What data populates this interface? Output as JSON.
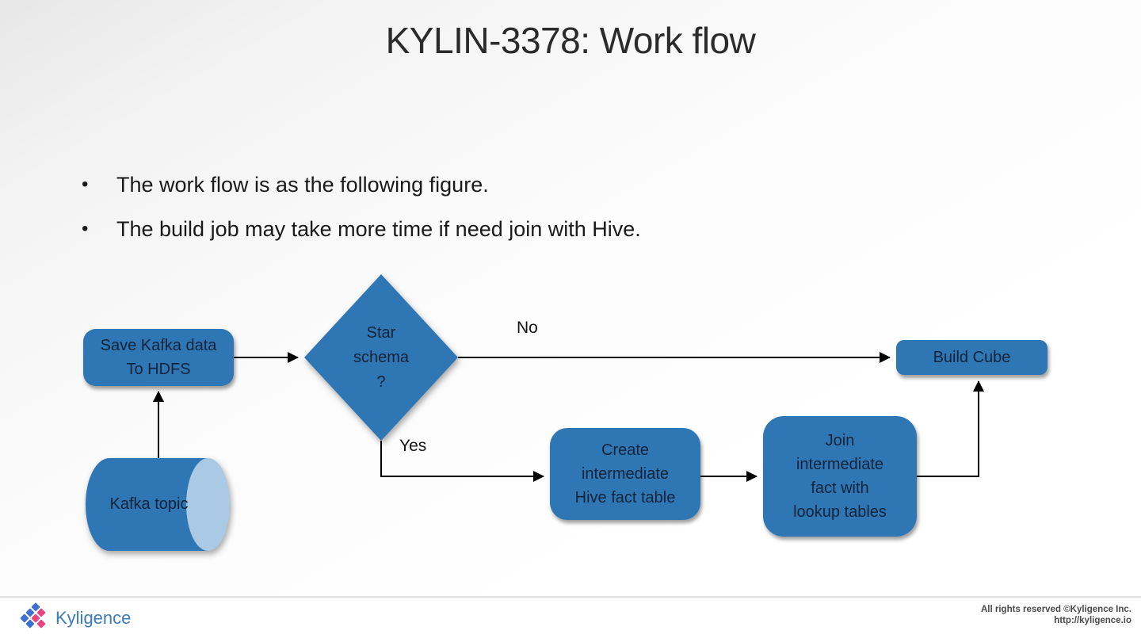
{
  "slide": {
    "title": "KYLIN-3378: Work flow",
    "bullets": [
      {
        "marker": "•",
        "text": "The work flow is as the following figure."
      },
      {
        "marker": "•",
        "text": "The build job may take more time if need join with Hive."
      }
    ]
  },
  "flowchart": {
    "nodes": {
      "save_hdfs": {
        "line1": "Save Kafka data",
        "line2": "To HDFS"
      },
      "star_schema": {
        "line1": "Star",
        "line2": "schema",
        "line3": "?"
      },
      "kafka_topic": {
        "label": "Kafka topic"
      },
      "create_hive": {
        "line1": "Create",
        "line2": "intermediate",
        "line3": "Hive fact table"
      },
      "join_lookup": {
        "line1": "Join",
        "line2": "intermediate",
        "line3": "fact with",
        "line4": "lookup tables"
      },
      "build_cube": {
        "label": "Build Cube"
      }
    },
    "edge_labels": {
      "no": "No",
      "yes": "Yes"
    },
    "edges": [
      {
        "from": "kafka_topic",
        "to": "save_hdfs"
      },
      {
        "from": "save_hdfs",
        "to": "star_schema"
      },
      {
        "from": "star_schema",
        "to": "build_cube",
        "label": "No"
      },
      {
        "from": "star_schema",
        "to": "create_hive",
        "label": "Yes"
      },
      {
        "from": "create_hive",
        "to": "join_lookup"
      },
      {
        "from": "join_lookup",
        "to": "build_cube"
      }
    ],
    "colors": {
      "shape_fill": "#2e77b4",
      "shape_text": "#14233a",
      "cylinder_cap": "#a9c9e4",
      "arrow": "#000000"
    }
  },
  "footer": {
    "brand": "Kyligence",
    "brand_color": "#3d7ab8",
    "logo_blue": "#3f6fd1",
    "logo_pink": "#e9447f",
    "copyright_line1": "All rights reserved ©Kyligence Inc.",
    "copyright_line2": "http://kyligence.io"
  }
}
